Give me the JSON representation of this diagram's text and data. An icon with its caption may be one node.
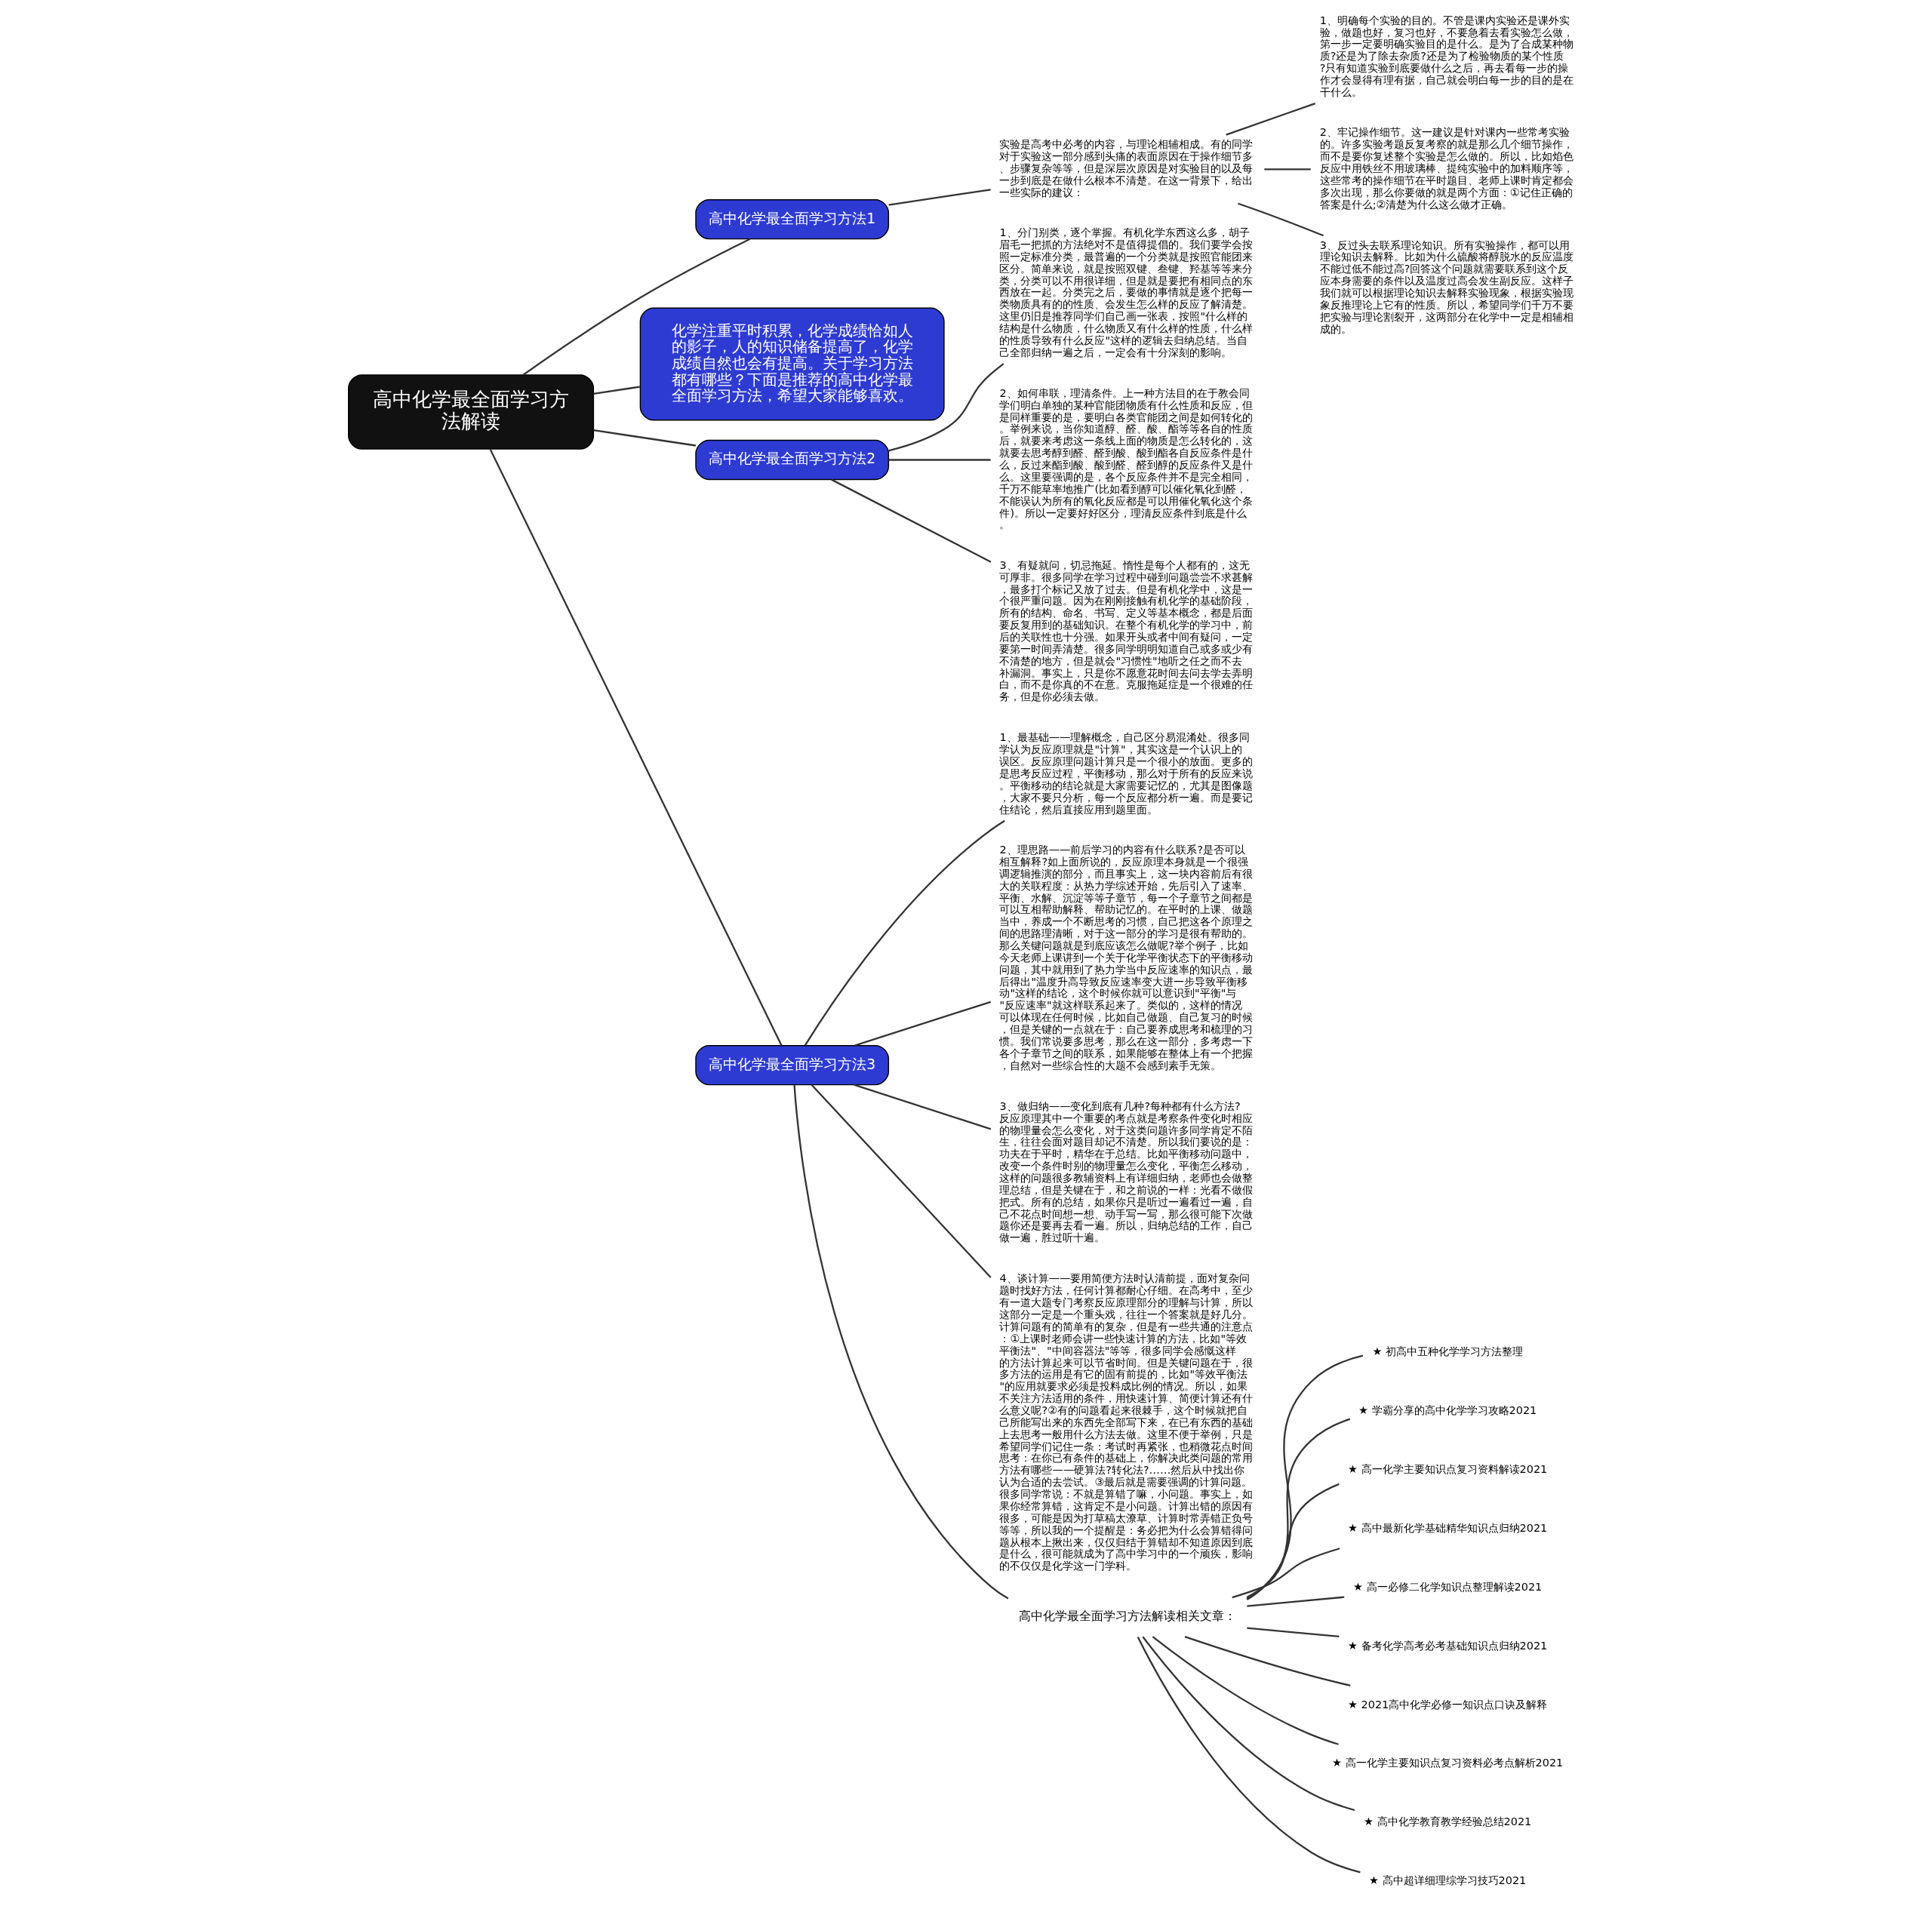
{
  "diagram": {
    "nodes": [
      {
        "text": [
          "高中化学最全面学习方法解读"
        ]
      },
      {
        "text": [
          "高中化学最全面学习方法1"
        ]
      },
      {
        "text": [
          "实验是高考中必考的内容，与理论相辅相成。有的同学对于实验这一部分感到头痛的表面原因在于操作细节多、步骤复杂等等，但是深层次原因是对实验目的以及每一步到底是在做什么根本不清楚。在这一背景下，给出一些实际的建议："
        ]
      },
      {
        "text": [
          "1、明确每个实验的目的。不管是课内实验还是课外实验，做题也好，复习也好，不要急着去看实验怎么做，第一步一定要明确实验目的是什么。是为了合成某种物质?还是为了除去杂质?还是为了检验物质的某个性质?只有知道实验到底要做什么之后，再去看每一步的操作才会显得有理有据，自己就会明白每一步的目的是在干什么。"
        ]
      },
      {
        "text": [
          "2、牢记操作细节。这一建议是针对课内一些常考实验的。许多实验考题反复考察的就是那么几个细节操作，而不是要你复述整个实验是怎么做的。所以，比如焰色反应中用铁丝不用玻璃棒、提纯实验中的加料顺序等，这些常考的操作细节在平时题目、老师上课时肯定都会多次出现，那么你要做的就是两个方面：①记住正确的答案是什么;②清楚为什么这么做才正确。"
        ]
      },
      {
        "text": [
          "3、反过头去联系理论知识。所有实验操作，都可以用理论知识去解释。比如为什么硫酸将醇脱水的反应温度不能过低不能过高?回答这个问题就需要联系到这个反应本身需要的条件以及温度过高会发生副反应。这样子我们就可以根据理论知识去解释实验现象，根据实验现象反推理论上它有的性质。所以，希望同学们千万不要把实验与理论割裂开，这两部分在化学中一定是相辅相成的。"
        ]
      },
      {
        "text": [
          "化学注重平时积累，化学成绩恰如人的影子，人的知识储备提高了，化学成绩自然也会有提高。关于学习方法都有哪些？下面是推荐的高中化学最全面学习方法，希望大家能够喜欢。"
        ]
      },
      {
        "text": [
          "高中化学最全面学习方法2"
        ]
      },
      {
        "text": [
          "1、分门别类，逐个掌握。有机化学东西这么多，胡子眉毛一把抓的方法绝对不是值得提倡的。我们要学会按照一定标准分类，最普遍的一个分类就是按照官能团来区分。简单来说，就是按照双键、叁键、羟基等等来分类，分类可以不用很详细，但是就是要把有相同点的东西放在一起。分类完之后，要做的事情就是逐个把每一类物质具有的的性质、会发生怎么样的反应了解清楚。这里仍旧是推荐同学们自己画一张表，按照\"什么样的结构是什么物质，什么物质又有什么样的性质，什么样的性质导致有什么反应\"这样的逻辑去归纳总结。当自己全部归纳一遍之后，一定会有十分深刻的影响。"
        ]
      },
      {
        "text": [
          "2、如何串联，理清条件。上一种方法目的在于教会同学们明白单独的某种官能团物质有什么性质和反应，但是同样重要的是，要明白各类官能团之间是如何转化的。举例来说，当你知道醇、醛、酸、酯等等各自的性质后，就要来考虑这一条线上面的物质是怎么转化的，这就要去思考醇到醛、醛到酸、酸到酯各自反应条件是什么，反过来酯到酸、酸到醛、醛到醇的反应条件又是什么。这里要强调的是，各个反应条件并不是完全相同，千万不能草率地推广(比如看到醇可以催化氧化到醛，不能误认为所有的氧化反应都是可以用催化氧化这个条件)。所以一定要好好区分，理清反应条件到底是什么。"
        ]
      },
      {
        "text": [
          "3、有疑就问，切忌拖延。惰性是每个人都有的，这无可厚非。很多同学在学习过程中碰到问题尝尝不求甚解，最多打个标记又放了过去。但是有机化学中，这是一个很严重问题。因为在刚刚接触有机化学的基础阶段，所有的结构、命名、书写、定义等基本概念，都是后面要反复用到的基础知识。在整个有机化学的学习中，前后的关联性也十分强。如果开头或者中间有疑问，一定要第一时间弄清楚。很多同学明明知道自己或多或少有不清楚的地方，但是就会\"习惯性\"地听之任之而不去补漏洞。事实上，只是你不愿意花时间去问去学去弄明白，而不是你真的不在意。克服拖延症是一个很难的任务，但是你必须去做。"
        ]
      },
      {
        "text": [
          "高中化学最全面学习方法3"
        ]
      },
      {
        "text": [
          "1、最基础——理解概念，自己区分易混淆处。很多同学认为反应原理就是\"计算\"，其实这是一个认识上的误区。反应原理问题计算只是一个很小的放面。更多的是思考反应过程，平衡移动，那么对于所有的反应来说。平衡移动的结论就是大家需要记忆的，尤其是图像题，大家不要只分析，每一个反应都分析一遍。而是要记住结论，然后直接应用到题里面。"
        ]
      },
      {
        "text": [
          "2、理思路——前后学习的内容有什么联系?是否可以相互解释?如上面所说的，反应原理本身就是一个很强调逻辑推演的部分，而且事实上，这一块内容前后有很大的关联程度：从热力学综述开始，先后引入了速率、平衡、水解、沉淀等等子章节，每一个子章节之间都是可以互相帮助解释、帮助记忆的。在平时的上课、做题当中，养成一个不断思考的习惯，自己把这各个原理之间的思路理清晰，对于这一部分的学习是很有帮助的。那么关键问题就是到底应该怎么做呢?举个例子，比如今天老师上课讲到一个关于化学平衡状态下的平衡移动问题，其中就用到了热力学当中反应速率的知识点，最后得出\"温度升高导致反应速率变大进一步导致平衡移动\"这样的结论，这个时候你就可以意识到\"平衡\"与\"反应速率\"就这样联系起来了。类似的，这样的情况可以体现在任何时候，比如自己做题、自己复习的时候，但是关键的一点就在于：自己要养成思考和梳理的习惯。我们常说要多思考，那么在这一部分，多考虑一下各个子章节之间的联系，如果能够在整体上有一个把握，自然对一些综合性的大题不会感到素手无策。"
        ]
      },
      {
        "text": [
          "3、做归纳——变化到底有几种?每种都有什么方法?反应原理其中一个重要的考点就是考察条件变化时相应的物理量会怎么变化，对于这类问题许多同学肯定不陌生，往往会面对题目却记不清楚。所以我们要说的是：功夫在于平时，精华在于总结。比如平衡移动问题中，改变一个条件时别的物理量怎么变化，平衡怎么移动，这样的问题很多教辅资料上有详细归纳，老师也会做整理总结，但是关键在于，和之前说的一样：光看不做假把式。所有的总结，如果你只是听过一遍看过一遍，自己不花点时间想一想、动手写一写，那么很可能下次做题你还是要再去看一遍。所以，归纳总结的工作，自己做一遍，胜过听十遍。"
        ]
      },
      {
        "text": [
          "4、谈计算——要用简便方法时认清前提，面对复杂问题时找好方法，任何计算都耐心仔细。在高考中，至少有一道大题专门考察反应原理部分的理解与计算，所以这部分一定是一个重头戏，往往一个答案就是好几分。计算问题有的简单有的复杂，但是有一些共通的注意点：①上课时老师会讲一些快速计算的方法，比如\"等效平衡法\"、\"中间容器法\"等等，很多同学会感慨这样的方法计算起来可以节省时间。但是关键问题在于，很多方法的运用是有它的固有前提的，比如\"等效平衡法\"的应用就要求必须是投料成比例的情况。所以，如果不关注方法适用的条件，用快速计算、简便计算还有什么意义呢?②有的问题看起来很棘手，这个时候就把自己所能写出来的东西先全部写下来，在已有东西的基础上去思考一般用什么方法去做。这里不便于举例，只是希望同学们记住一条：考试时再紧张，也稍微花点时间思考：在你已有条件的基础上，你解决此类问题的常用方法有哪些——硬算法?转化法?……然后从中找出你认为合适的去尝试。③最后就是需要强调的计算问题。很多同学常说：不就是算错了嘛，小问题。事实上，如果你经常算错，这肯定不是小问题。计算出错的原因有很多，可能是因为打草稿太潦草、计算时常弄错正负号等等，所以我的一个提醒是：务必把为什么会算错得问题从根本上揪出来，仅仅归结于算错却不知道原因到底是什么，很可能就成为了高中学习中的一个顽疾，影响的不仅仅是化学这一门学科。"
        ]
      },
      {
        "text": [
          "高中化学最全面学习方法解读相关文章："
        ]
      },
      {
        "text": [
          "★ 初高中五种化学学习方法整理"
        ]
      },
      {
        "text": [
          "★ 学霸分享的高中化学学习攻略2021"
        ]
      },
      {
        "text": [
          "★ 高一化学主要知识点复习资料解读2021"
        ]
      },
      {
        "text": [
          "★ 高中最新化学基础精华知识点归纳2021"
        ]
      },
      {
        "text": [
          "★ 高一必修二化学知识点整理解读2021"
        ]
      },
      {
        "text": [
          "★ 备考化学高考必考基础知识点归纳2021"
        ]
      },
      {
        "text": [
          "★ 2021高中化学必修一知识点口诀及解释"
        ]
      },
      {
        "text": [
          "★ 高一化学主要知识点复习资料必考点解析2021"
        ]
      },
      {
        "text": [
          "★ 高中化学教育教学经验总结2021"
        ]
      },
      {
        "text": [
          "★ 高中超详细理综学习技巧2021"
        ]
      }
    ],
    "edges": [
      {
        "from": 0,
        "to": 1,
        "arrow": "none"
      },
      {
        "from": 1,
        "to": 2,
        "arrow": "none"
      },
      {
        "from": 2,
        "to": 3,
        "arrow": "none"
      },
      {
        "from": 2,
        "to": 4,
        "arrow": "none"
      },
      {
        "from": 2,
        "to": 5,
        "arrow": "none"
      },
      {
        "from": 0,
        "to": 6,
        "arrow": "none"
      },
      {
        "from": 0,
        "to": 7,
        "arrow": "none"
      },
      {
        "from": 7,
        "to": 8,
        "arrow": "none"
      },
      {
        "from": 7,
        "to": 9,
        "arrow": "none"
      },
      {
        "from": 7,
        "to": 10,
        "arrow": "none"
      },
      {
        "from": 0,
        "to": 11,
        "arrow": "none"
      },
      {
        "from": 11,
        "to": 12,
        "arrow": "none"
      },
      {
        "from": 11,
        "to": 13,
        "arrow": "none"
      },
      {
        "from": 11,
        "to": 14,
        "arrow": "none"
      },
      {
        "from": 11,
        "to": 15,
        "arrow": "none"
      },
      {
        "from": 11,
        "to": 16,
        "arrow": "none"
      },
      {
        "from": 16,
        "to": 17,
        "arrow": "none"
      },
      {
        "from": 16,
        "to": 18,
        "arrow": "none"
      },
      {
        "from": 16,
        "to": 19,
        "arrow": "none"
      },
      {
        "from": 16,
        "to": 20,
        "arrow": "none"
      },
      {
        "from": 16,
        "to": 21,
        "arrow": "none"
      },
      {
        "from": 16,
        "to": 22,
        "arrow": "none"
      },
      {
        "from": 16,
        "to": 23,
        "arrow": "none"
      },
      {
        "from": 16,
        "to": 24,
        "arrow": "none"
      },
      {
        "from": 16,
        "to": 25,
        "arrow": "none"
      },
      {
        "from": 16,
        "to": 26,
        "arrow": "none"
      }
    ]
  }
}
